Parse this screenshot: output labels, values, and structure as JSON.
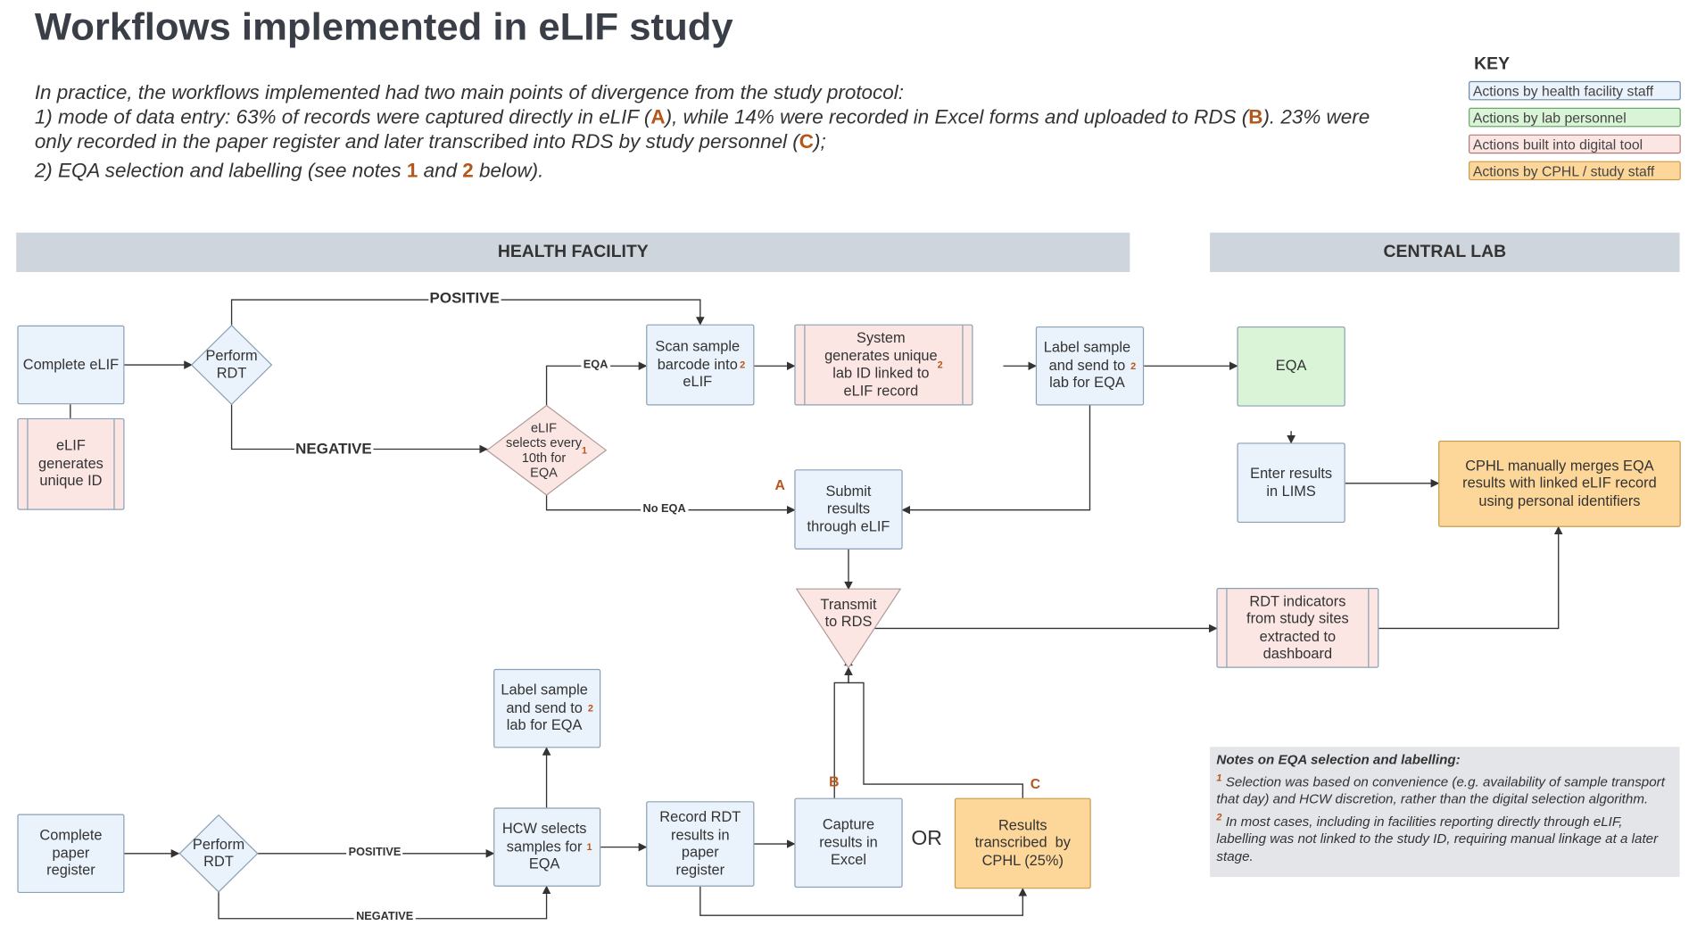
{
  "title": "Workflows implemented in eLIF study",
  "intro": {
    "line1": "In practice, the workflows implemented had two main points of divergence from the study protocol:",
    "line2a": "1) mode of data entry: 63% of records were captured directly in eLIF (",
    "marker_a": "A",
    "line2b": "), while 14% were recorded in Excel forms and uploaded to RDS (",
    "marker_b": "B",
    "line2c": "). 23% were",
    "line3a": "only recorded in the paper register and later transcribed into RDS by study personnel (",
    "marker_c": "C",
    "line3b": ");",
    "line4a": "2) EQA selection and labelling (see notes ",
    "note1": "1",
    "line4b": " and ",
    "note2": "2",
    "line4c": " below)."
  },
  "key": {
    "title": "KEY",
    "items": [
      {
        "label": "Actions by health facility staff",
        "color": "#eaf2fb",
        "border": "#6a8aa8"
      },
      {
        "label": "Actions by lab personnel",
        "color": "#d9f4d6",
        "border": "#6aa86a"
      },
      {
        "label": "Actions built into  digital tool",
        "color": "#fbe6e4",
        "border": "#b07a78"
      },
      {
        "label": "Actions by CPHL / study staff",
        "color": "#fdd79a",
        "border": "#c99a4b"
      }
    ]
  },
  "bands": {
    "health_facility": "HEALTH FACILITY",
    "central_lab": "CENTRAL LAB"
  },
  "nodes": {
    "complete_elif": "Complete\neLIF",
    "perform_rdt_top": "Perform\nRDT",
    "elif_unique_id": "eLIF\ngenerates\nunique ID",
    "scan_barcode": "Scan sample\nbarcode into\neLIF",
    "system_lab_id": "System\ngenerates unique\nlab ID linked to\neLIF record",
    "label_send_top": "Label sample\nand send to\nlab for EQA",
    "eqa": "EQA",
    "elif_selects": "eLIF\nselects every\n10th for\nEQA",
    "submit_results": "Submit\nresults\nthrough eLIF",
    "enter_lims": "Enter results\nin LIMS",
    "cphl_merges": "CPHL manually merges EQA\nresults with linked eLIF record\nusing personal identifiers",
    "transmit_rds": "Transmit\nto RDS",
    "rdt_indicators": "RDT indicators\nfrom study sites\nextracted to\ndashboard",
    "label_send_bottom": "Label sample\nand send to\nlab for EQA",
    "complete_paper": "Complete\npaper\nregister",
    "perform_rdt_bottom": "Perform\nRDT",
    "hcw_selects": "HCW selects\nsamples for\nEQA",
    "record_rdt": "Record RDT\nresults in\npaper\nregister",
    "capture_excel": "Capture\nresults in\nExcel",
    "results_transcribed": "Results\ntranscribed  by\nCPHL (25%)"
  },
  "sups": {
    "one": "1",
    "two": "2"
  },
  "edge_labels": {
    "positive_top": "POSITIVE",
    "negative_top": "NEGATIVE",
    "eqa": "EQA",
    "no_eqa": "No EQA",
    "positive_bottom": "POSITIVE",
    "negative_bottom": "NEGATIVE"
  },
  "markers": {
    "a": "A",
    "b": "B",
    "c": "C"
  },
  "or_label": "OR",
  "notes": {
    "title": "Notes on EQA selection and labelling:",
    "note1_num": "1",
    "note1": " Selection was based on convenience (e.g. availability of sample transport that day) and HCW discretion, rather than the digital selection algorithm.",
    "note2_num": "2",
    "note2": " In most cases, including in facilities reporting directly through eLIF, labelling was not linked to the study ID, requiring manual linkage at a later stage."
  }
}
